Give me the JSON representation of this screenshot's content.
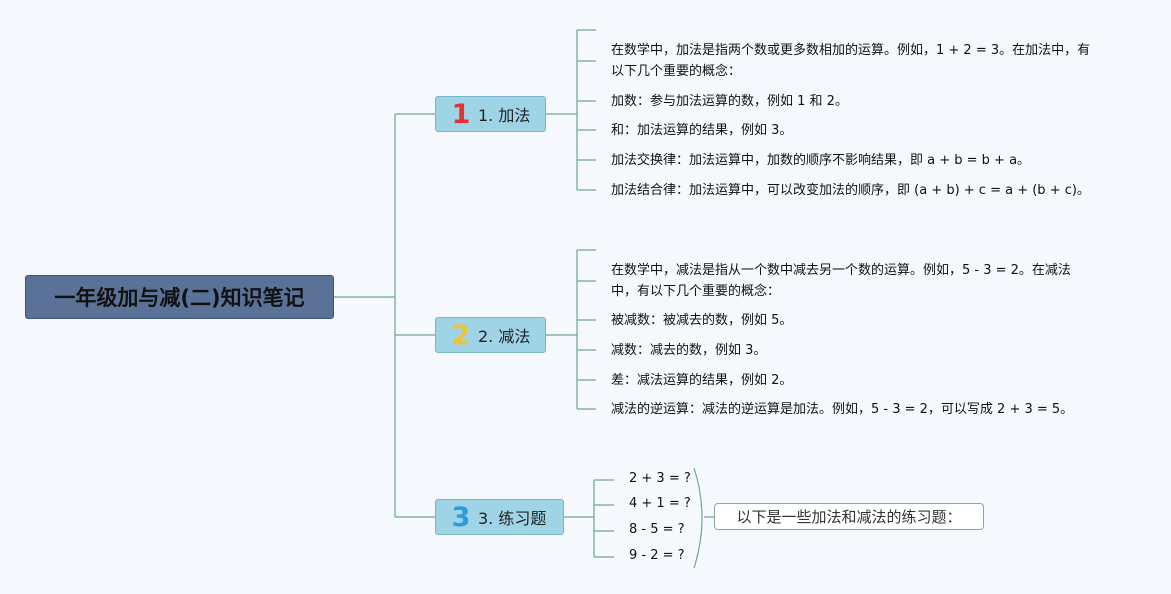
{
  "root": {
    "title": "一年级加与减(二)知识笔记"
  },
  "colors": {
    "line": "#6fa597",
    "root_bg": "#5b7298",
    "branch_bg": "#9fd4e6",
    "num1": "#e8312f",
    "num2": "#f2c230",
    "num3": "#2b9be0"
  },
  "branches": [
    {
      "number": "1",
      "label": "1. 加法",
      "leaves": [
        "在数学中，加法是指两个数或更多数相加的运算。例如，1 + 2 = 3。在加法中，有",
        "以下几个重要的概念：",
        "加数：参与加法运算的数，例如 1 和 2。",
        "和：加法运算的结果，例如 3。",
        "加法交换律：加法运算中，加数的顺序不影响结果，即 a + b = b + a。",
        "加法结合律：加法运算中，可以改变加法的顺序，即 (a + b) + c = a + (b + c)。"
      ]
    },
    {
      "number": "2",
      "label": "2. 减法",
      "leaves": [
        "在数学中，减法是指从一个数中减去另一个数的运算。例如，5 - 3 = 2。在减法",
        "中，有以下几个重要的概念：",
        "被减数：被减去的数，例如 5。",
        "减数：减去的数，例如 3。",
        "差：减法运算的结果，例如 2。",
        "减法的逆运算：减法的逆运算是加法。例如，5 - 3 = 2，可以写成 2 + 3 = 5。"
      ]
    },
    {
      "number": "3",
      "label": "3. 练习题",
      "exercises": [
        "2 + 3 = ?",
        "4 + 1 = ?",
        "8 - 5 = ?",
        "9 - 2 = ?"
      ],
      "summary": "以下是一些加法和减法的练习题："
    }
  ]
}
